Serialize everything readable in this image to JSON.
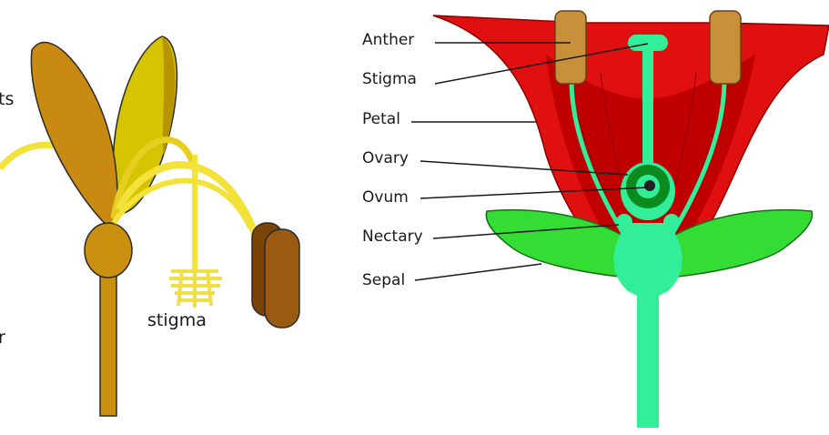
{
  "left_diagram": {
    "labels": {
      "partial_top": "ts",
      "stigma": "stigma",
      "partial_bottom": "r"
    },
    "colors": {
      "petal_dark": "#c88a10",
      "petal_light": "#d6c400",
      "stalk": "#c8900e",
      "filament": "#f2e23a",
      "anther": "#9a5a10"
    }
  },
  "right_diagram": {
    "labels": [
      {
        "id": "anther",
        "text": "Anther"
      },
      {
        "id": "stigma",
        "text": "Stigma"
      },
      {
        "id": "petal",
        "text": "Petal"
      },
      {
        "id": "ovary",
        "text": "Ovary"
      },
      {
        "id": "ovum",
        "text": "Ovum"
      },
      {
        "id": "nectary",
        "text": "Nectary"
      },
      {
        "id": "sepal",
        "text": "Sepal"
      }
    ],
    "colors": {
      "petal": "#e01010",
      "petal_inner": "#c00000",
      "pistil": "#33ee99",
      "ovary": "#0b8a1e",
      "sepal": "#33dd33",
      "anther": "#c8903a"
    }
  }
}
